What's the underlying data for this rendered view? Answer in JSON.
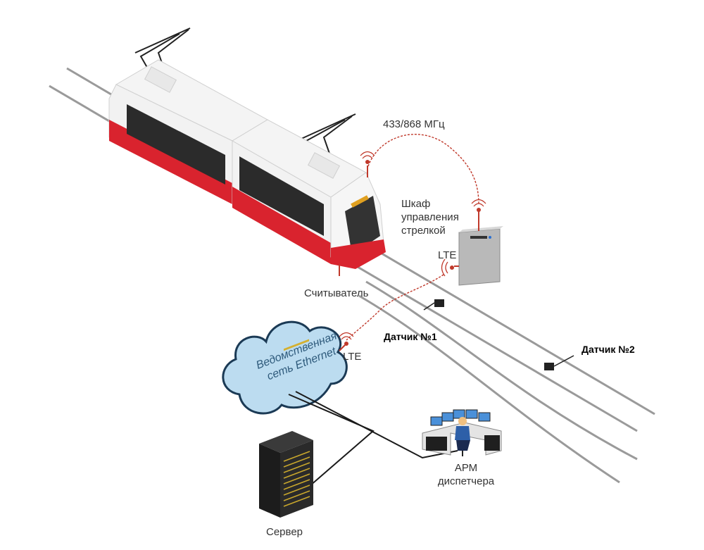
{
  "labels": {
    "frequency": "433/868 МГц",
    "cabinet_line1": "Шкаф",
    "cabinet_line2": "управления",
    "cabinet_line3": "стрелкой",
    "lte_cabinet": "LTE",
    "reader": "Считыватель",
    "sensor1": "Датчик №1",
    "sensor2": "Датчик №2",
    "lte_cloud": "LTE",
    "network_line1": "Ведомственная",
    "network_line2": "сеть Ethernet",
    "workstation_line1": "АРМ",
    "workstation_line2": "диспетчера",
    "server": "Сервер"
  },
  "icons": {
    "tram": "tram-icon",
    "cabinet": "switch-cabinet-icon",
    "cloud": "cloud-icon",
    "server": "server-rack-icon",
    "workstation": "dispatcher-workstation-icon",
    "sensor": "sensor-icon",
    "antenna": "antenna-icon"
  },
  "colors": {
    "tram_red": "#d9232e",
    "tram_body": "#f2f2f2",
    "rail": "#9a9a9a",
    "signal": "#c0392b",
    "cloud_fill": "#bcdcf0",
    "cloud_stroke": "#1b3a55",
    "cable": "#1a1a1a"
  }
}
